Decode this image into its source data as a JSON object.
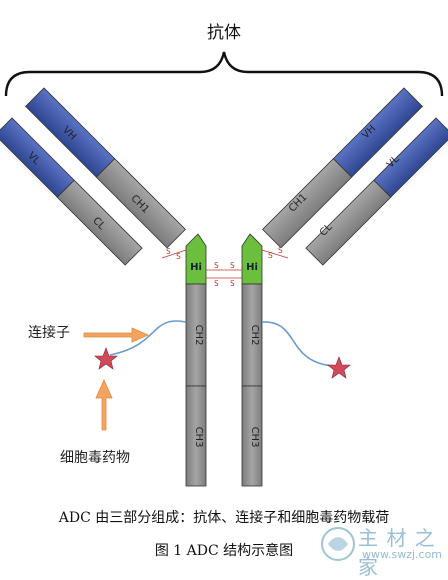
{
  "diagram": {
    "title": "抗体",
    "left_arm": {
      "heavy": [
        "VH",
        "CH1"
      ],
      "light": [
        "VL",
        "CL"
      ]
    },
    "right_arm": {
      "heavy": [
        "VH",
        "CH1"
      ],
      "light": [
        "VL",
        "CL"
      ]
    },
    "hinge_label": "Hi",
    "stem": [
      "CH2",
      "CH3"
    ],
    "disulfide_label": "S",
    "linker_label": "连接子",
    "drug_label": "细胞毒药物",
    "colors": {
      "vh": "#3f57a8",
      "vl": "#3f57a8",
      "constant": "#8e8e8e",
      "hinge": "#6bbf3c",
      "arrow": "#f4a460",
      "drug": "#d04a5a",
      "linker": "#6a9ccf",
      "bracket": "#111111"
    }
  },
  "caption": {
    "line1": "ADC 由三部分组成：抗体、连接子和细胞毒药物载荷",
    "line2": "图 1    ADC 结构示意图"
  },
  "watermark": {
    "text": "主 材 之 家",
    "url": "www.swzj.com"
  }
}
